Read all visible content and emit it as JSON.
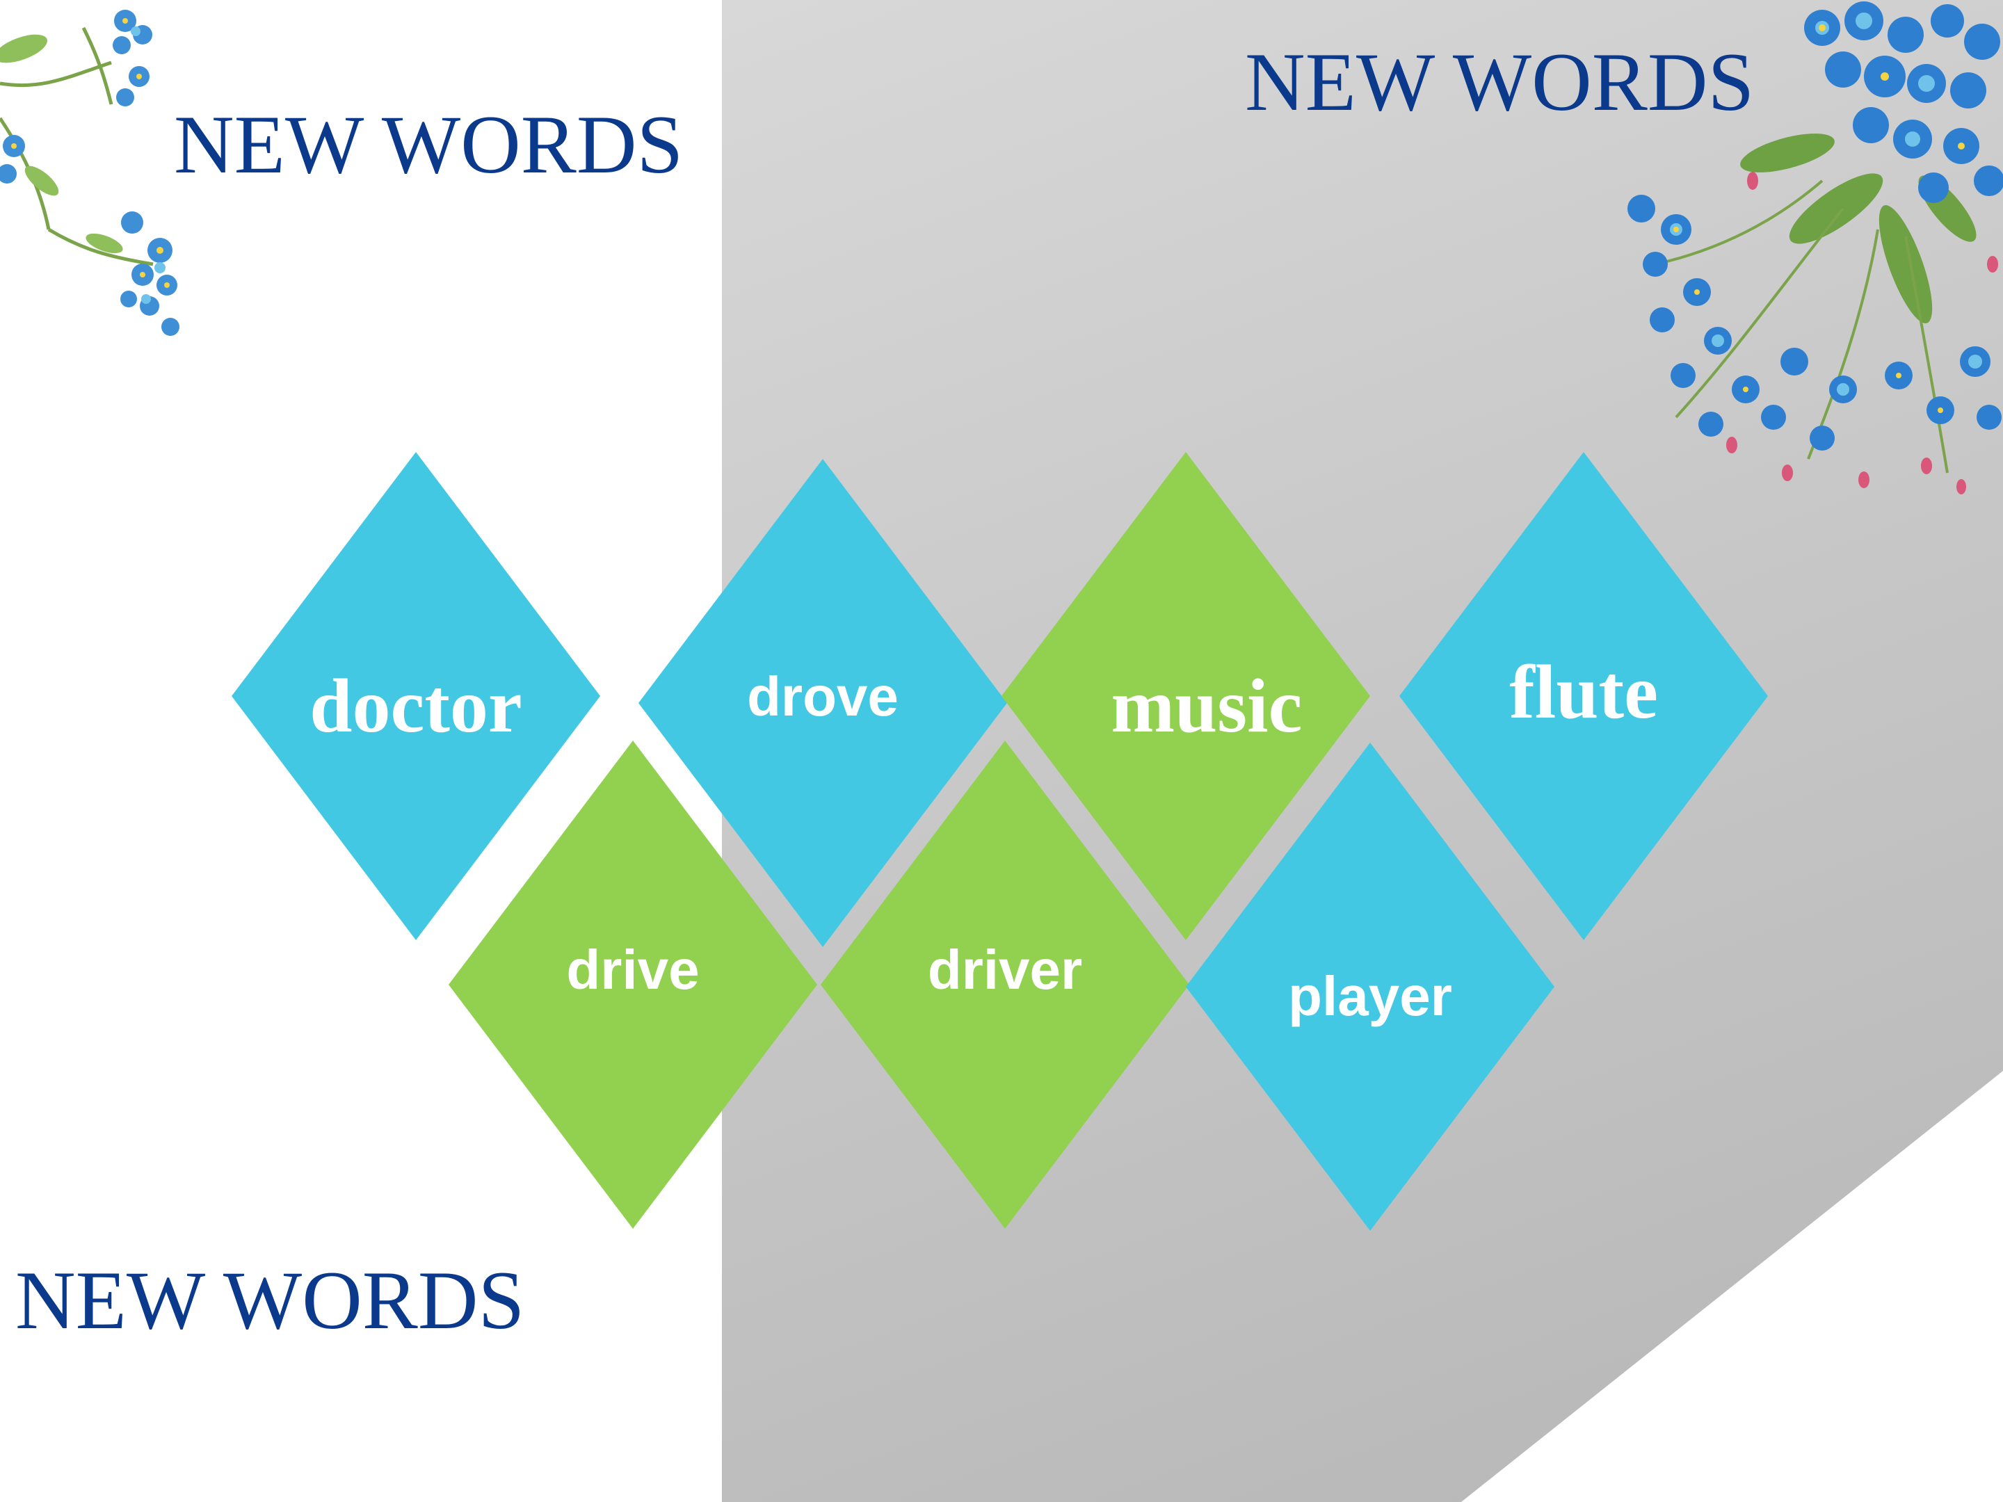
{
  "heading_text": "NEW WORDS",
  "colors": {
    "heading": "#0b3a8c",
    "blue": "#43c8e4",
    "green": "#92d050",
    "word": "#ffffff"
  },
  "tiles": [
    {
      "id": "doctor",
      "word": "doctor",
      "color": "blue"
    },
    {
      "id": "drove",
      "word": "drove",
      "color": "blue"
    },
    {
      "id": "music",
      "word": "music",
      "color": "green"
    },
    {
      "id": "flute",
      "word": "flute",
      "color": "blue"
    },
    {
      "id": "drive",
      "word": "drive",
      "color": "green"
    },
    {
      "id": "driver",
      "word": "driver",
      "color": "green"
    },
    {
      "id": "player",
      "word": "player",
      "color": "blue"
    }
  ]
}
